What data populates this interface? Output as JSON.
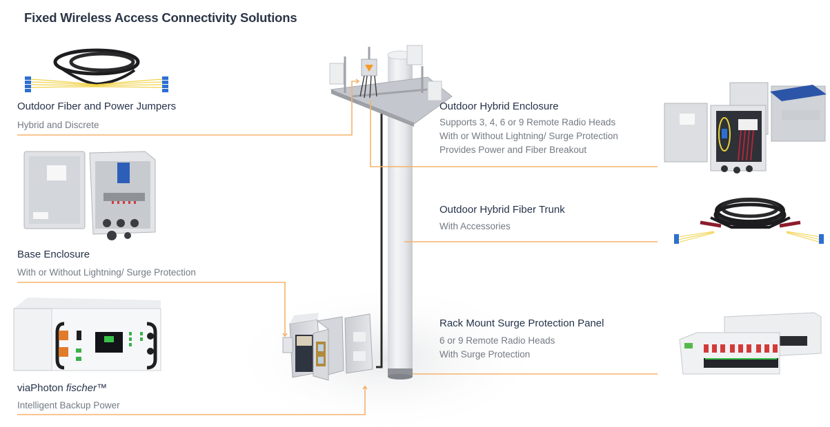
{
  "page": {
    "title": "Fixed Wireless Access Connectivity Solutions"
  },
  "accent_color": "#f5b26b",
  "products": [
    {
      "id": "jumpers",
      "title": "Outdoor Fiber and Power Jumpers",
      "lines": [
        "Hybrid and Discrete"
      ],
      "image": "fiber-jumper-cable"
    },
    {
      "id": "base-enclosure",
      "title": "Base Enclosure",
      "lines": [
        "With or Without Lightning/ Surge Protection"
      ],
      "image": "base-enclosure-box"
    },
    {
      "id": "fischer",
      "title_prefix": "viaPhoton ",
      "title_italic": "fischer",
      "title_suffix": "™",
      "lines": [
        "Intelligent Backup Power"
      ],
      "image": "backup-power-unit"
    },
    {
      "id": "hybrid-enclosure",
      "title": "Outdoor Hybrid Enclosure",
      "lines": [
        "Supports 3, 4, 6 or 9 Remote Radio Heads",
        "With or Without Lightning/ Surge Protection",
        "Provides Power and Fiber Breakout"
      ],
      "image": "hybrid-enclosure-boxes"
    },
    {
      "id": "fiber-trunk",
      "title": "Outdoor Hybrid Fiber Trunk",
      "lines": [
        "With Accessories"
      ],
      "image": "fiber-trunk-cable"
    },
    {
      "id": "surge-panel",
      "title": "Rack Mount Surge Protection Panel",
      "lines": [
        "6 or 9 Remote Radio Heads",
        "With Surge Protection"
      ],
      "image": "rack-surge-panels"
    }
  ]
}
